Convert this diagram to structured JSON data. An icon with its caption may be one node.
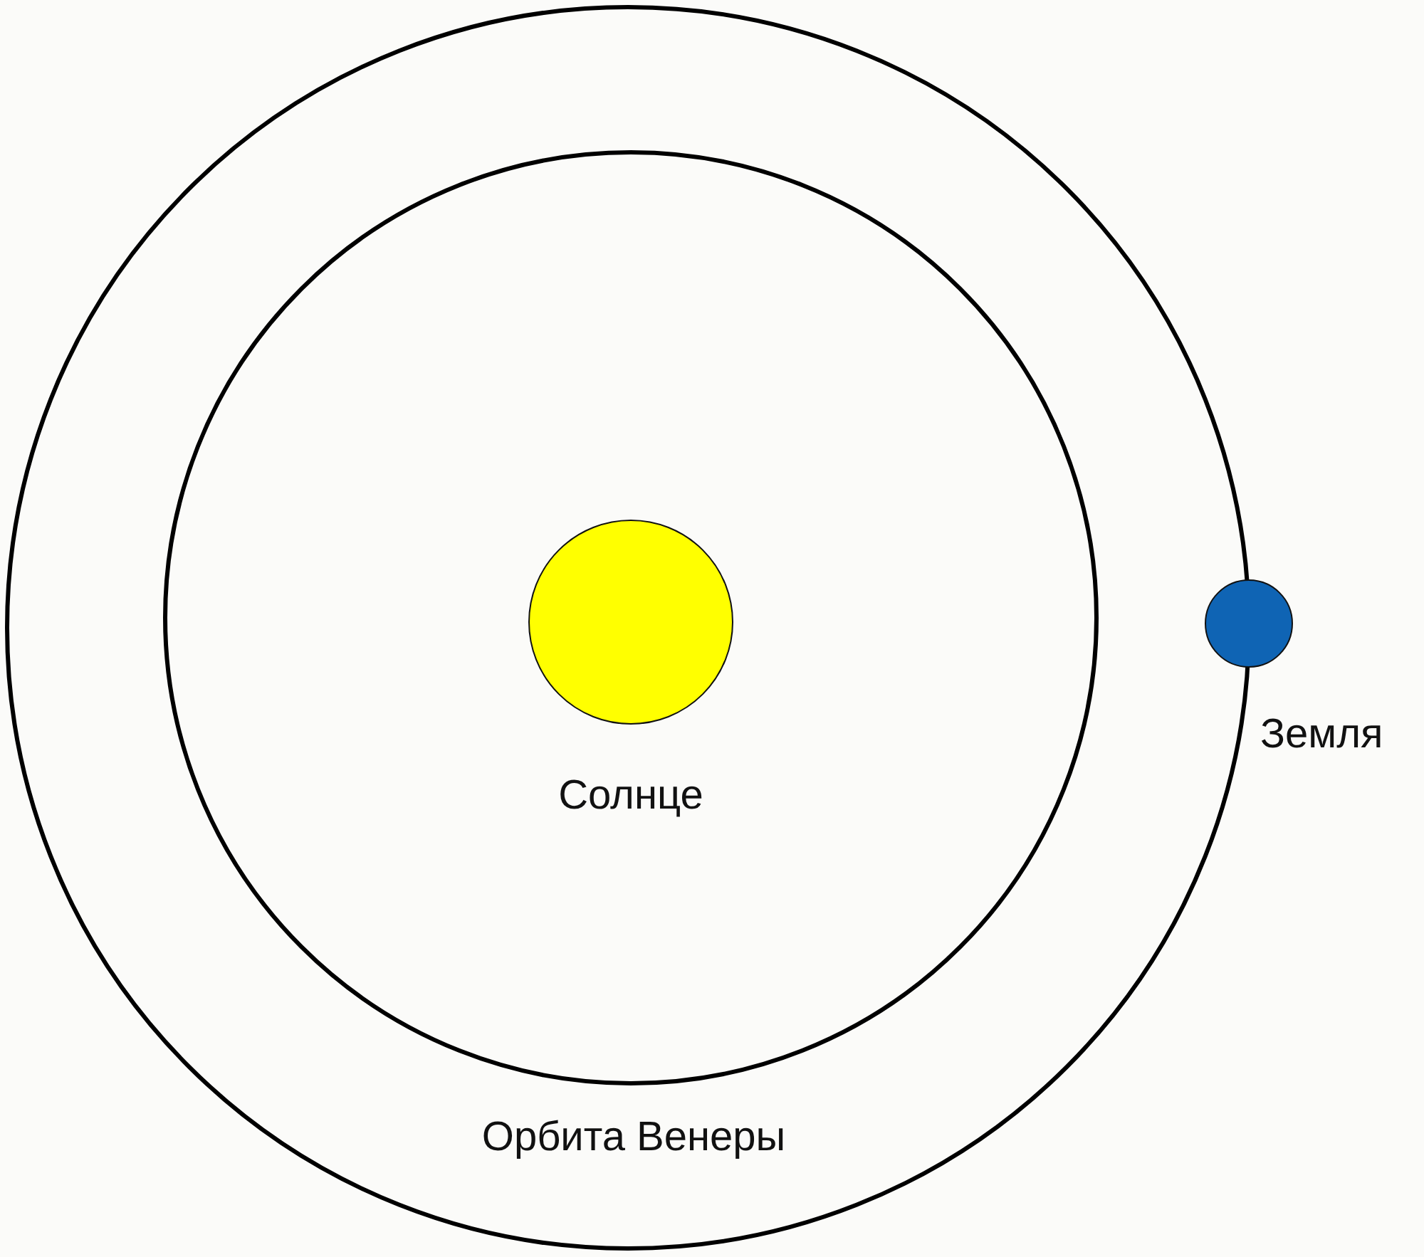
{
  "diagram": {
    "nodes": [
      {
        "text": [],
        "shape": "circle",
        "beside": [
          "Солнце"
        ]
      },
      {
        "text": [],
        "shape": "circle",
        "beside": [
          "Земля"
        ]
      }
    ],
    "labels": [
      "Орбита Венеры"
    ]
  }
}
